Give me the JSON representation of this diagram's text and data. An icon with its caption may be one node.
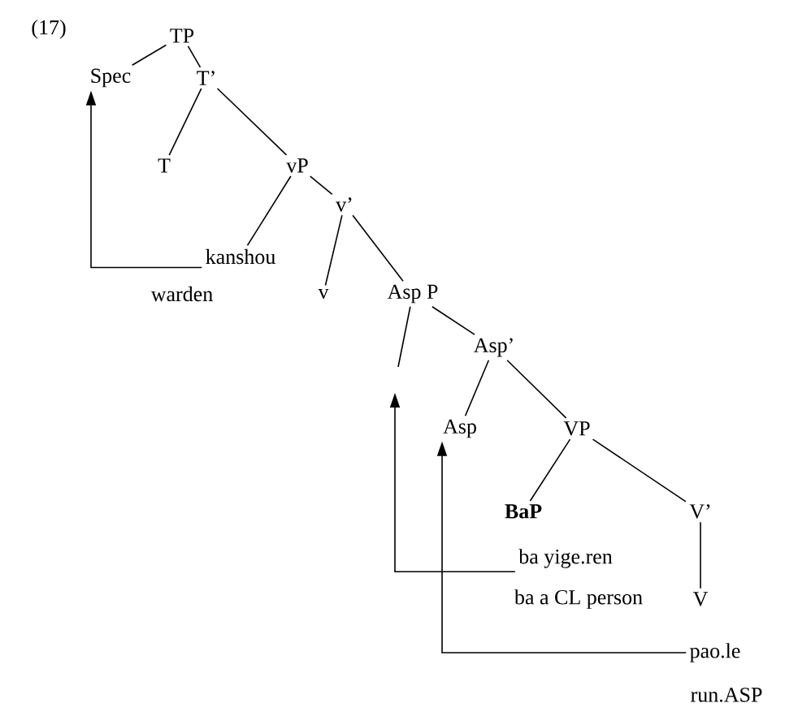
{
  "diagram": {
    "nodes": [
      {
        "text": [
          "TP"
        ]
      },
      {
        "text": [
          "Spec"
        ]
      },
      {
        "text": [
          "T’"
        ]
      },
      {
        "text": [
          "T"
        ]
      },
      {
        "text": [
          "vP"
        ]
      },
      {
        "text": [
          "v’"
        ]
      },
      {
        "text": [
          "kanshou"
        ],
        "beside": [
          "warden"
        ]
      },
      {
        "text": [
          "v"
        ]
      },
      {
        "text": [
          "Asp P"
        ]
      },
      {
        "text": [
          "Asp’"
        ]
      },
      {
        "text": [
          "Asp"
        ]
      },
      {
        "text": [
          "VP"
        ]
      },
      {
        "text": [
          "BaP"
        ]
      },
      {
        "text": [
          "V’"
        ]
      },
      {
        "text": [
          "ba yige.ren"
        ],
        "beside": [
          "ba a CL person"
        ]
      },
      {
        "text": [
          "V"
        ]
      },
      {
        "text": [
          "pao.le"
        ],
        "beside": [
          "run.ASP"
        ]
      }
    ],
    "edges": [
      {
        "from": 0,
        "to": 1,
        "arrow": "none"
      },
      {
        "from": 0,
        "to": 2,
        "arrow": "none"
      },
      {
        "from": 2,
        "to": 3,
        "arrow": "none"
      },
      {
        "from": 2,
        "to": 4,
        "arrow": "none"
      },
      {
        "from": 4,
        "to": 6,
        "arrow": "none"
      },
      {
        "from": 4,
        "to": 5,
        "arrow": "none"
      },
      {
        "from": 5,
        "to": 7,
        "arrow": "none"
      },
      {
        "from": 5,
        "to": 8,
        "arrow": "none"
      },
      {
        "from": 8,
        "to": null,
        "arrow": "none"
      },
      {
        "from": 8,
        "to": 9,
        "arrow": "none"
      },
      {
        "from": 9,
        "to": 10,
        "arrow": "none"
      },
      {
        "from": 9,
        "to": 11,
        "arrow": "none"
      },
      {
        "from": 11,
        "to": 12,
        "arrow": "none"
      },
      {
        "from": 11,
        "to": 13,
        "arrow": "none"
      },
      {
        "from": 13,
        "to": 15,
        "arrow": "none"
      },
      {
        "from": 6,
        "to": 1,
        "arrow": "to"
      },
      {
        "from": 14,
        "to": null,
        "arrow": "to"
      },
      {
        "from": 16,
        "to": 10,
        "arrow": "to"
      }
    ],
    "labels": [
      "(17)"
    ]
  }
}
